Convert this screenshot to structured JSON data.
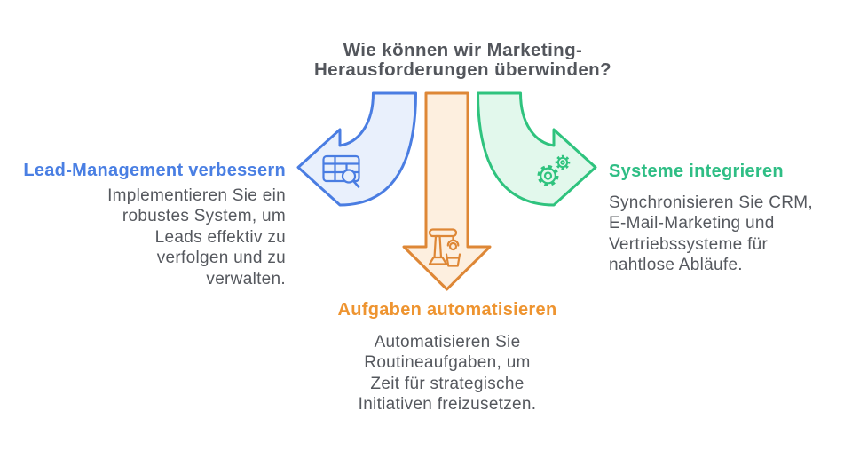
{
  "title": "Wie können wir Marketing-\nHerausforderungen überwinden?",
  "sections": {
    "lead": {
      "title": "Lead-Management verbessern",
      "body": "Implementieren Sie ein\nrobustes System, um\nLeads effektiv zu\nverfolgen und zu\nverwalten.",
      "icon": "table-search-icon",
      "arrow_direction": "curved-left"
    },
    "tasks": {
      "title": "Aufgaben automatisieren",
      "body": "Automatisieren Sie\nRoutineaufgaben, um\nZeit für strategische\nInitiativen freizusetzen.",
      "icon": "robot-arm-icon",
      "arrow_direction": "straight-down"
    },
    "systems": {
      "title": "Systeme integrieren",
      "body": "Synchronisieren Sie CRM,\nE-Mail-Marketing und\nVertriebssysteme für\nnahtlose Abläufe.",
      "icon": "gears-icon",
      "arrow_direction": "curved-right"
    }
  },
  "colors": {
    "heading_text": "#53565c",
    "body_text": "#55585e",
    "lead_accent": "#4a7fe3",
    "lead_stroke": "#4a7de2",
    "lead_fill": "#e9f0fc",
    "tasks_accent": "#ee9430",
    "tasks_stroke": "#de8736",
    "tasks_fill": "#fdefdf",
    "systems_accent": "#2fbe85",
    "systems_stroke": "#2fc37e",
    "systems_fill": "#e2f8ec",
    "background": "#ffffff"
  }
}
